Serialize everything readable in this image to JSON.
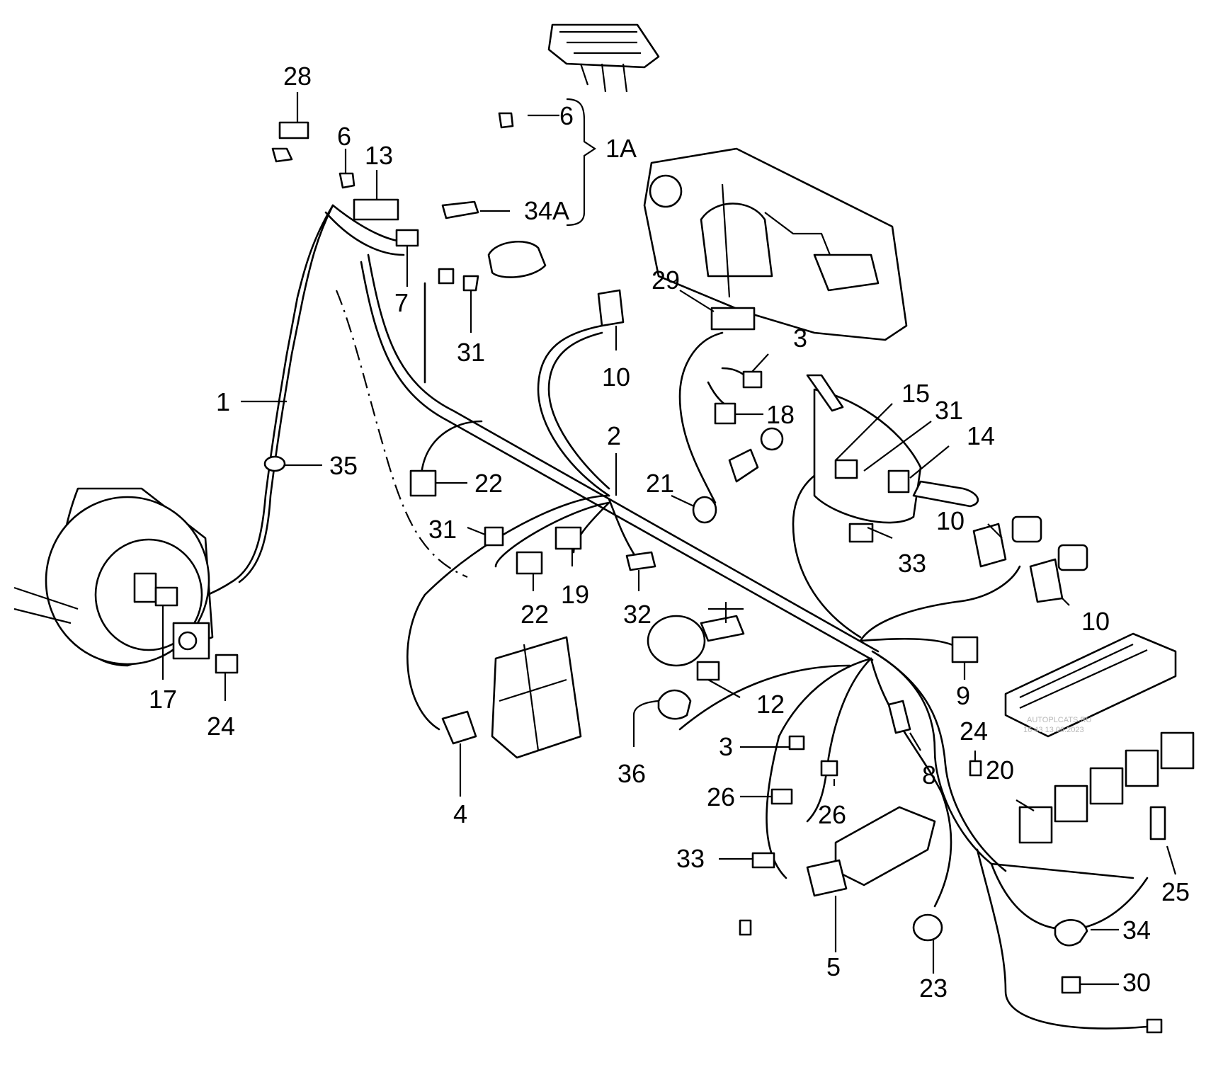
{
  "callouts": {
    "c28": "28",
    "c6a": "6",
    "c13": "13",
    "c6b": "6",
    "c1A": "1A",
    "c34A": "34A",
    "c7": "7",
    "c31a": "31",
    "c10a": "10",
    "c29": "29",
    "c3a": "3",
    "c18": "18",
    "c15": "15",
    "c31b": "31",
    "c14": "14",
    "c1": "1",
    "c35": "35",
    "c2": "2",
    "c22a": "22",
    "c21": "21",
    "c31c": "31",
    "c22b": "22",
    "c19": "19",
    "c32": "32",
    "c10b": "10",
    "c33a": "33",
    "c10c": "10",
    "c9": "9",
    "c17": "17",
    "c24a": "24",
    "c12": "12",
    "c4": "4",
    "c36": "36",
    "c3b": "3",
    "c8": "8",
    "c24b": "24",
    "c20": "20",
    "c26a": "26",
    "c26b": "26",
    "c25": "25",
    "c33b": "33",
    "c5": "5",
    "c34": "34",
    "c23": "23",
    "c30": "30"
  },
  "watermark": {
    "line1": "AUTOPLCATS.RU",
    "line2": "16 43 13.06.2023"
  }
}
